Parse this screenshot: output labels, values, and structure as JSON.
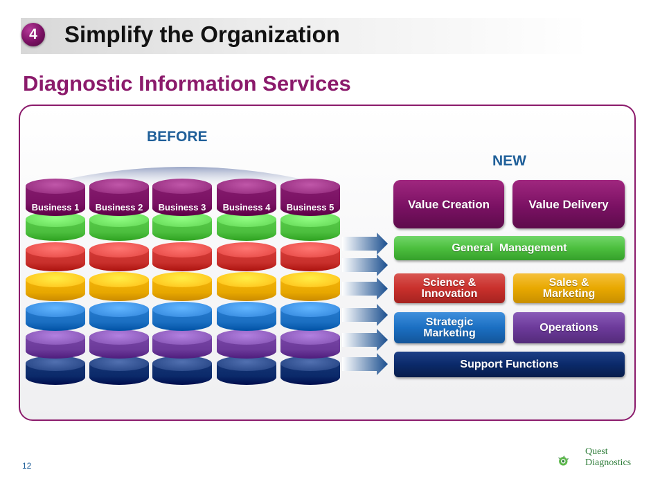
{
  "header": {
    "step_number": "4",
    "title": "Simplify the Organization",
    "subtitle": "Diagnostic Information Services"
  },
  "before": {
    "label": "BEFORE",
    "businesses": [
      "Business 1",
      "Business 2",
      "Business 3",
      "Business 4",
      "Business 5"
    ],
    "layer_colors": [
      "#7a1163",
      "#4cbf3e",
      "#c9302c",
      "#e8a800",
      "#1b6fc2",
      "#6c3a9a",
      "#0b2a6a"
    ]
  },
  "new": {
    "label": "NEW",
    "value_creation": "Value Creation",
    "value_delivery": "Value Delivery",
    "general_management": "General  Management",
    "science_innovation": "Science & Innovation",
    "sales_marketing": "Sales & Marketing",
    "strategic_marketing": "Strategic Marketing",
    "operations": "Operations",
    "support_functions": "Support Functions"
  },
  "footer": {
    "page_number": "12",
    "logo_line1": "Quest",
    "logo_line2": "Diagnostics"
  }
}
